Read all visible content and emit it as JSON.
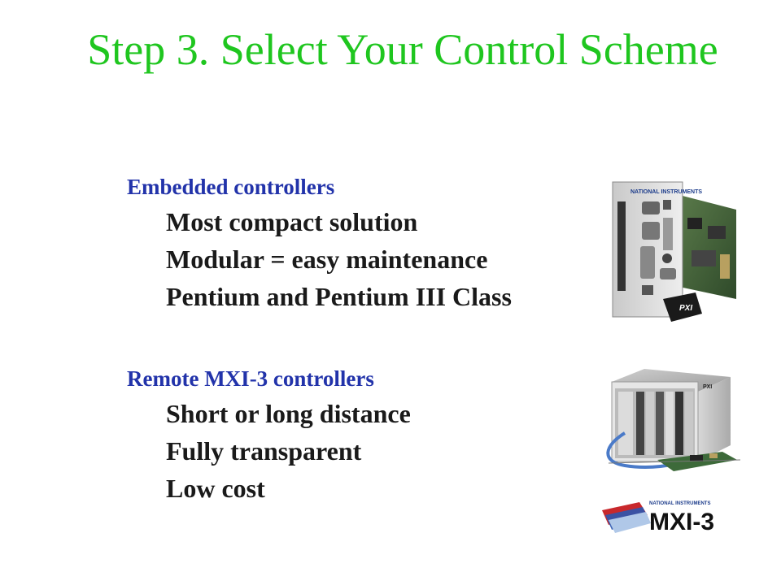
{
  "slide": {
    "title": "Step 3.  Select Your Control Scheme"
  },
  "sections": [
    {
      "heading": "Embedded controllers",
      "items": [
        "Most compact solution",
        "Modular = easy maintenance",
        "Pentium and Pentium III Class"
      ]
    },
    {
      "heading": "Remote MXI-3 controllers",
      "items": [
        "Short or long distance",
        "Fully transparent",
        "Low cost"
      ]
    }
  ],
  "images": {
    "embedded_board_label": "PXI",
    "embedded_brand": "NATIONAL INSTRUMENTS",
    "chassis_label": "PXI",
    "logo_brand": "NATIONAL INSTRUMENTS",
    "logo_text": "MXI-3"
  },
  "colors": {
    "title": "#1fc61f",
    "heading": "#2233aa",
    "body": "#1a1a1a"
  }
}
